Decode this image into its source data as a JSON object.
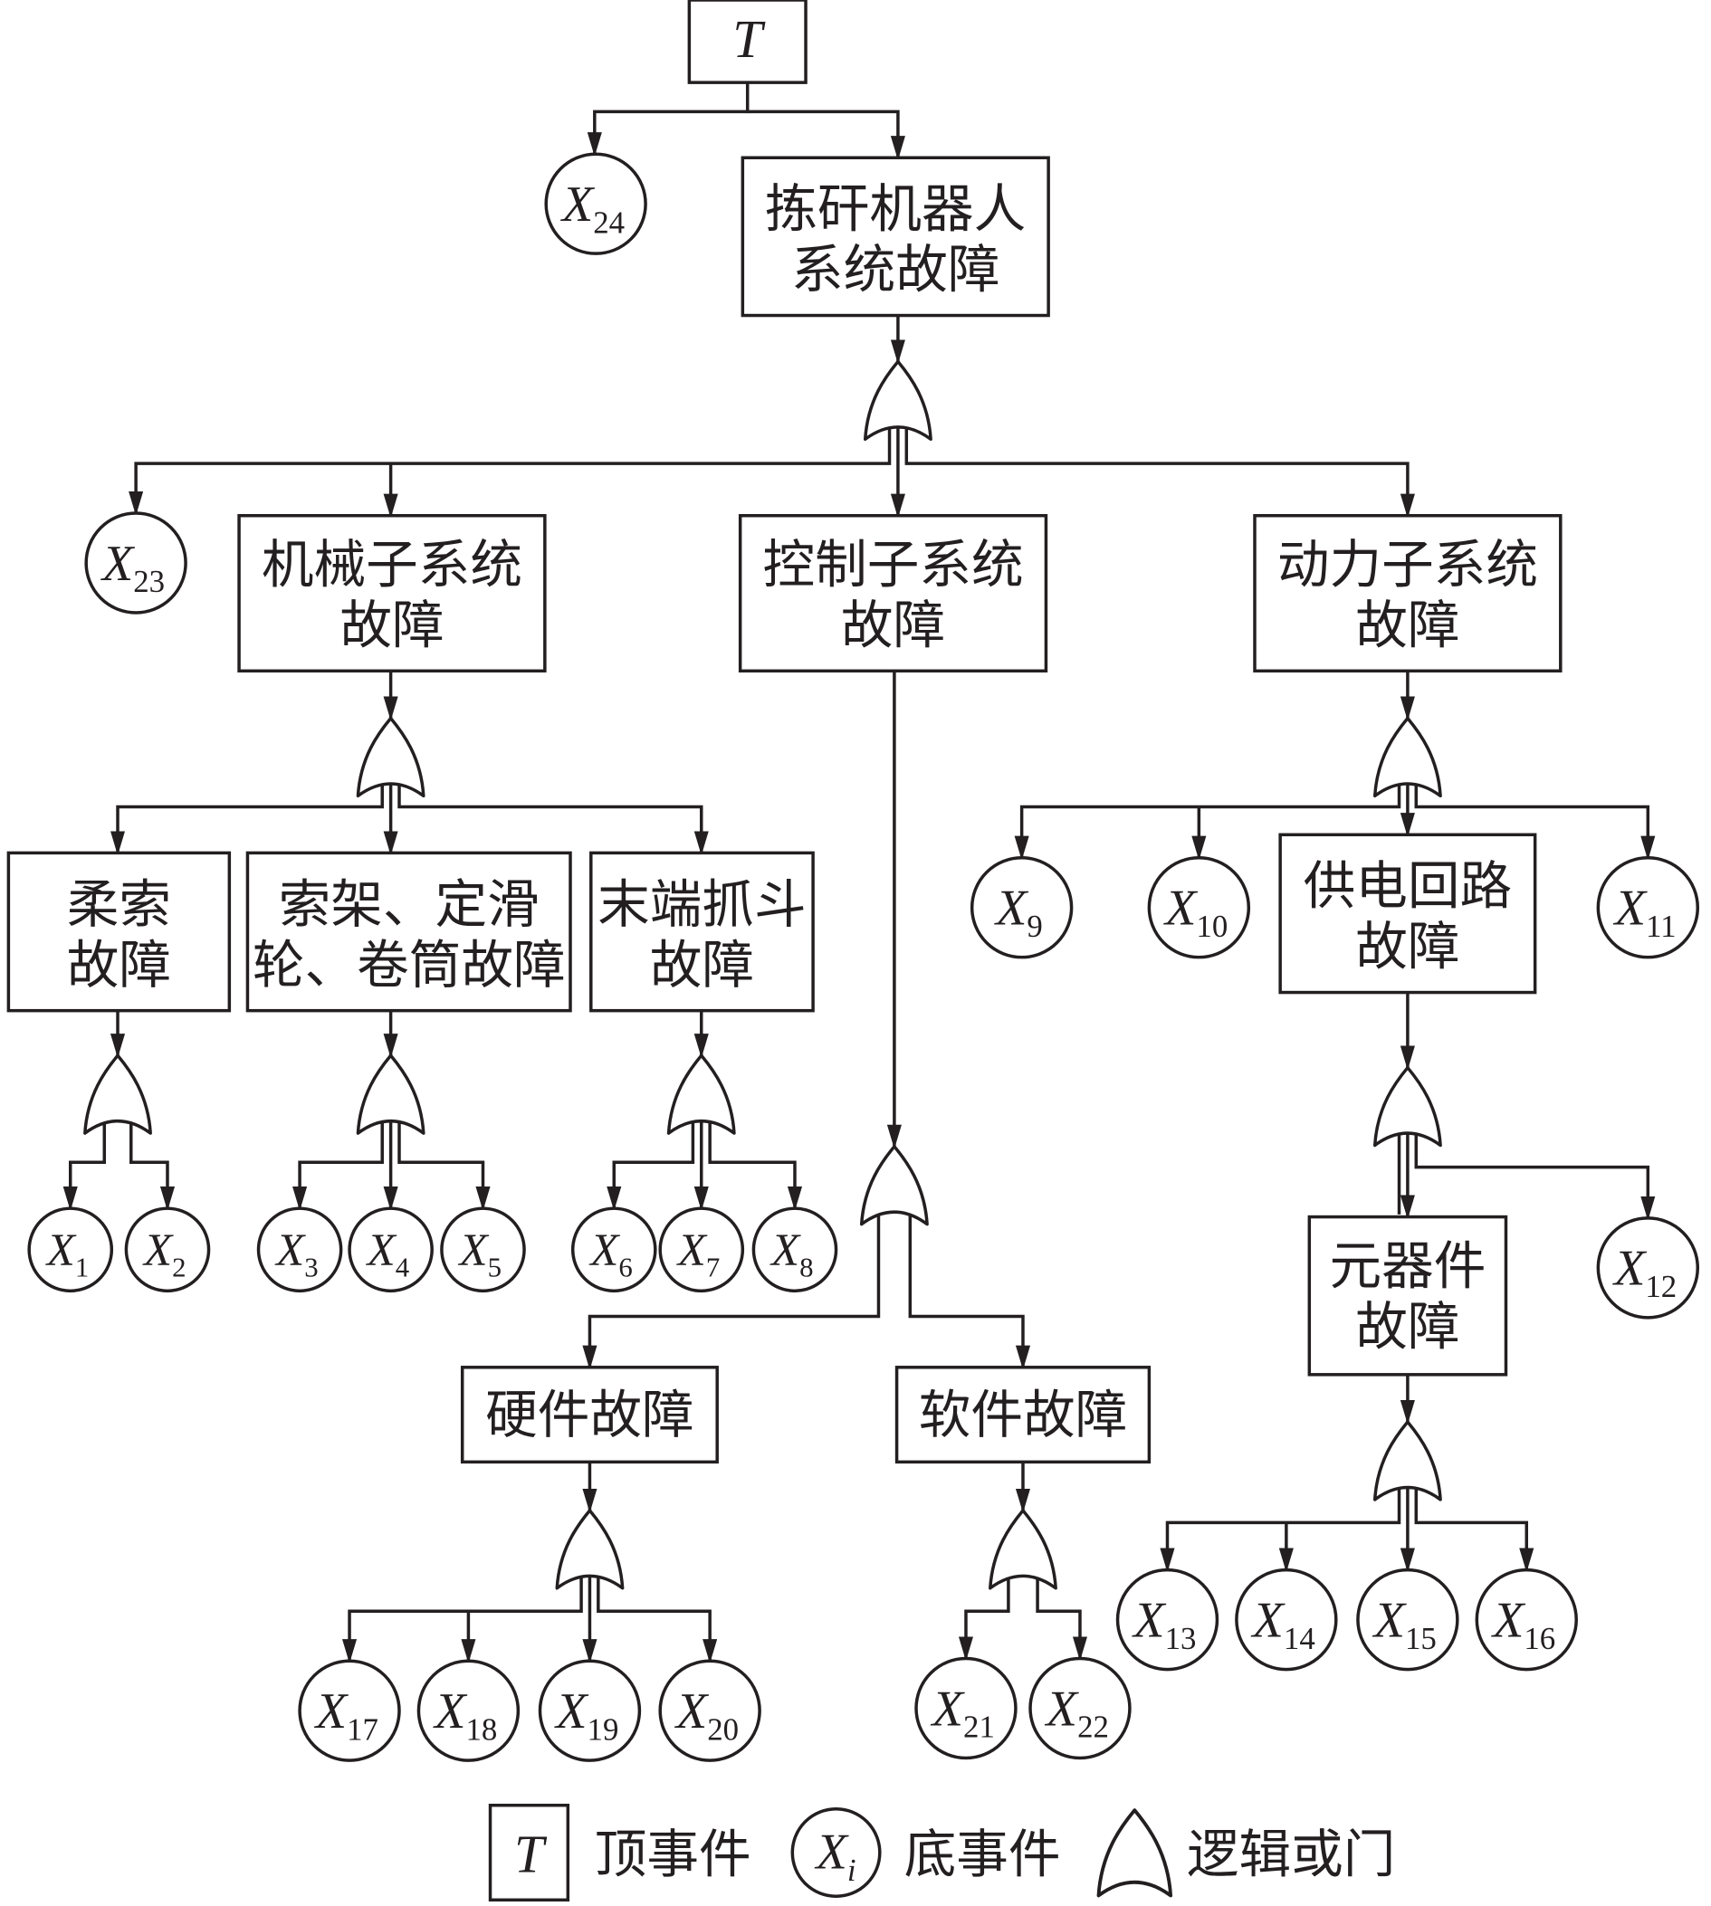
{
  "top_event": {
    "symbol": "T"
  },
  "intermediate_events": {
    "robot_system": [
      "拣矸机器人",
      "系统故障"
    ],
    "mechanical_subsystem": [
      "机械子系统",
      "故障"
    ],
    "control_subsystem": [
      "控制子系统",
      "故障"
    ],
    "power_subsystem": [
      "动力子系统",
      "故障"
    ],
    "flexible_rope": [
      "柔索",
      "故障"
    ],
    "frame_pulley_drum": [
      "索架、定滑",
      "轮、卷筒故障"
    ],
    "end_grab": [
      "末端抓斗",
      "故障"
    ],
    "hardware": [
      "硬件故障"
    ],
    "software": [
      "软件故障"
    ],
    "power_supply_circuit": [
      "供电回路",
      "故障"
    ],
    "components": [
      "元器件",
      "故障"
    ]
  },
  "basic_events": [
    {
      "symbol": "X",
      "subscript": "1"
    },
    {
      "symbol": "X",
      "subscript": "2"
    },
    {
      "symbol": "X",
      "subscript": "3"
    },
    {
      "symbol": "X",
      "subscript": "4"
    },
    {
      "symbol": "X",
      "subscript": "5"
    },
    {
      "symbol": "X",
      "subscript": "6"
    },
    {
      "symbol": "X",
      "subscript": "7"
    },
    {
      "symbol": "X",
      "subscript": "8"
    },
    {
      "symbol": "X",
      "subscript": "9"
    },
    {
      "symbol": "X",
      "subscript": "10"
    },
    {
      "symbol": "X",
      "subscript": "11"
    },
    {
      "symbol": "X",
      "subscript": "12"
    },
    {
      "symbol": "X",
      "subscript": "13"
    },
    {
      "symbol": "X",
      "subscript": "14"
    },
    {
      "symbol": "X",
      "subscript": "15"
    },
    {
      "symbol": "X",
      "subscript": "16"
    },
    {
      "symbol": "X",
      "subscript": "17"
    },
    {
      "symbol": "X",
      "subscript": "18"
    },
    {
      "symbol": "X",
      "subscript": "19"
    },
    {
      "symbol": "X",
      "subscript": "20"
    },
    {
      "symbol": "X",
      "subscript": "21"
    },
    {
      "symbol": "X",
      "subscript": "22"
    },
    {
      "symbol": "X",
      "subscript": "23"
    },
    {
      "symbol": "X",
      "subscript": "24"
    }
  ],
  "legend": {
    "top_event": {
      "symbol": "T",
      "label": "顶事件"
    },
    "basic_event": {
      "symbol": "X",
      "subscript": "i",
      "label": "底事件"
    },
    "or_gate": {
      "label": "逻辑或门"
    }
  },
  "colors": {
    "line": "#231f20",
    "fill": "#ffffff"
  }
}
